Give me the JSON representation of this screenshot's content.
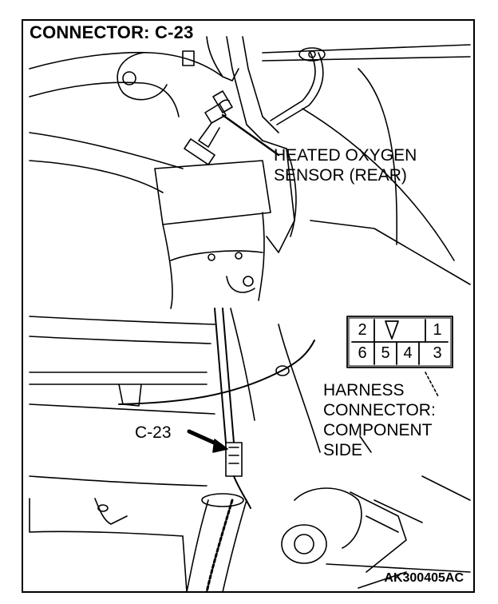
{
  "title": "CONNECTOR: C-23",
  "callouts": {
    "sensor": "HEATED OXYGEN\nSENSOR (REAR)",
    "harness": "HARNESS\nCONNECTOR:\nCOMPONENT\nSIDE",
    "connector": "C-23"
  },
  "pins": {
    "top_left": "2",
    "top_right": "1",
    "bottom": [
      "6",
      "5",
      "4",
      "3"
    ]
  },
  "figure_code": "AK300405AC"
}
